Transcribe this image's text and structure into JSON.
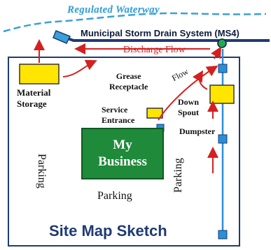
{
  "title": "Site Map Sketch",
  "waterway_label": "Regulated Waterway",
  "storm_drain_label": "Municipal Storm Drain System (MS4)",
  "discharge_label": "Discharge Flow",
  "flow_label": "Flow",
  "business": {
    "line1": "My",
    "line2": "Business"
  },
  "labels": {
    "material_storage_line1": "Material",
    "material_storage_line2": "Storage",
    "grease_line1": "Grease",
    "grease_line2": "Receptacle",
    "service_line1": "Service",
    "service_line2": "Entrance",
    "downspout_line1": "Down",
    "downspout_line2": "Spout",
    "dumpster": "Dumpster",
    "parking_left": "Parking",
    "parking_bottom": "Parking",
    "parking_right": "Parking"
  },
  "colors": {
    "waterway": "#3aa0d8",
    "storm_drain_line": "#1f3b73",
    "business_fill": "#1f8a3a",
    "storage_fill": "#ffe500",
    "drain_square": "#2a8fd6",
    "arrow": "#d42020",
    "manhole": "#1faa55"
  }
}
